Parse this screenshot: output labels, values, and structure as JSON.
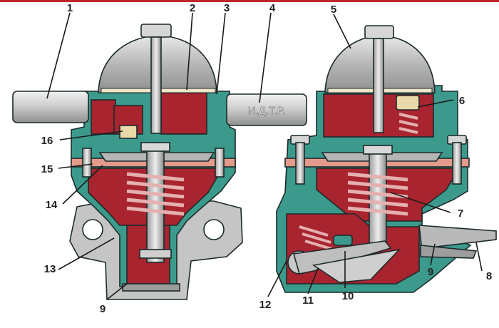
{
  "diagram": {
    "accent_color": "#c0272d",
    "colors": {
      "body": "#3c9a8c",
      "fuel": "#a8242f",
      "diaphragm": "#e39a8a",
      "metal": "#c8c8c8",
      "dome": "#b9b9b9",
      "spring": "#d9a2a2"
    },
    "inlet_label": "И.Д.Т.Р.",
    "callouts": [
      "1",
      "2",
      "3",
      "4",
      "5",
      "6",
      "7",
      "8",
      "9",
      "9",
      "10",
      "11",
      "12",
      "13",
      "14",
      "15",
      "16"
    ]
  }
}
